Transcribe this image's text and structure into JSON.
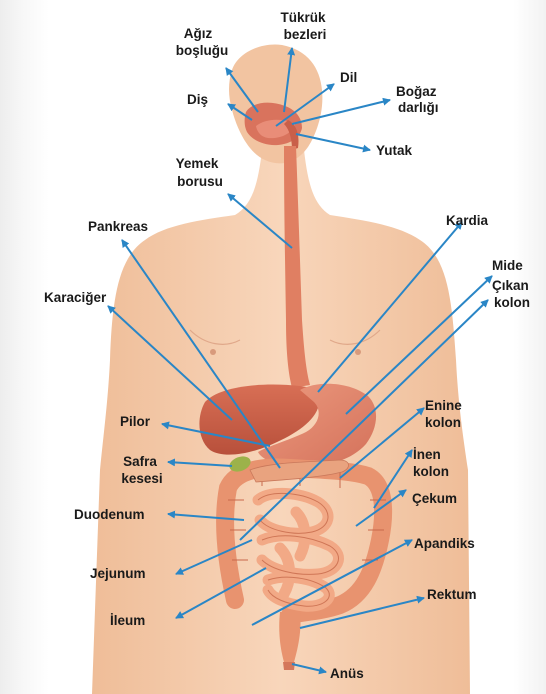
{
  "diagram": {
    "labels": {
      "agiz_1": "Ağız",
      "agiz_2": "boşluğu",
      "tukruk_1": "Tükrük",
      "tukruk_2": "bezleri",
      "dil": "Dil",
      "bogaz_1": "Boğaz",
      "bogaz_2": "darlığı",
      "dis": "Diş",
      "yutak": "Yutak",
      "yemek_1": "Yemek",
      "yemek_2": "borusu",
      "pankreas": "Pankreas",
      "kardia": "Kardia",
      "karaciger": "Karaciğer",
      "mide": "Mide",
      "cikan_1": "Çıkan",
      "cikan_2": "kolon",
      "enine_1": "Enine",
      "enine_2": "kolon",
      "pilor": "Pilor",
      "inen_1": "İnen",
      "inen_2": "kolon",
      "safra_1": "Safra",
      "safra_2": "kesesi",
      "cekum": "Çekum",
      "duodenum": "Duodenum",
      "apandiks": "Apandiks",
      "jejunum": "Jejunum",
      "rektum": "Rektum",
      "ileum": "İleum",
      "anus": "Anüs"
    },
    "colors": {
      "arrow": "#2a86c6",
      "skin": "#f4c9a8",
      "organ": "#e07f62",
      "intestine": "#f0a57f",
      "gallbladder": "#9cb24a"
    }
  }
}
